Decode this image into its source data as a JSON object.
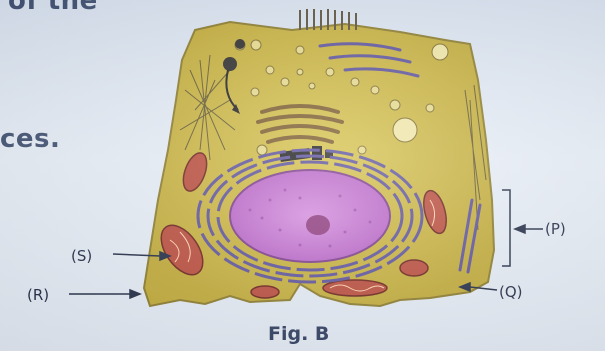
{
  "page": {
    "snippet_top": "of the",
    "snippet_left": "ces."
  },
  "diagram": {
    "labels": {
      "s": "(S)",
      "r": "(R)",
      "p": "(P)",
      "q": "(Q)"
    },
    "caption": "Fig. B"
  },
  "colors": {
    "cytoplasm": "#c9b63d",
    "nucleus": "#c77ad1",
    "nucleolus": "#8e3a7e",
    "er": "#5a4f9b",
    "mitochondria": "#b84a3a",
    "golgi": "#7b5a2a"
  }
}
